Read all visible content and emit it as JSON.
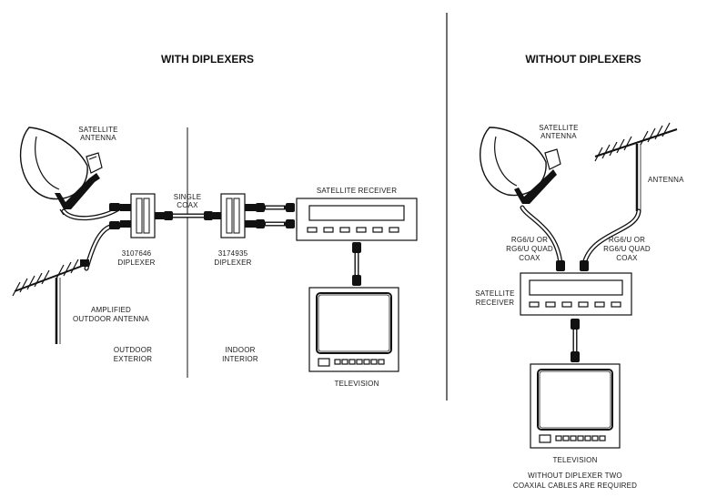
{
  "left_panel": {
    "title": "WITH DIPLEXERS",
    "satellite_antenna": [
      "SATELLITE",
      "ANTENNA"
    ],
    "single_coax": [
      "SINGLE",
      "COAX"
    ],
    "diplexer_outdoor": [
      "3107646",
      "DIPLEXER"
    ],
    "diplexer_indoor": [
      "3174935",
      "DIPLEXER"
    ],
    "satellite_receiver": "SATELLITE RECEIVER",
    "amplified_antenna": [
      "AMPLIFIED",
      "OUTDOOR ANTENNA"
    ],
    "outdoor_exterior": [
      "OUTDOOR",
      "EXTERIOR"
    ],
    "indoor_interior": [
      "INDOOR",
      "INTERIOR"
    ],
    "television": "TELEVISION"
  },
  "right_panel": {
    "title": "WITHOUT DIPLEXERS",
    "satellite_antenna": [
      "SATELLITE",
      "ANTENNA"
    ],
    "antenna": "ANTENNA",
    "coax_left": [
      "RG6/U OR",
      "RG6/U QUAD",
      "COAX"
    ],
    "coax_right": [
      "RG6/U OR",
      "RG6/U QUAD",
      "COAX"
    ],
    "satellite_receiver": [
      "SATELLITE",
      "RECEIVER"
    ],
    "television": "TELEVISION",
    "note": [
      "WITHOUT DIPLEXER TWO",
      "COAXIAL CABLES ARE REQUIRED"
    ]
  }
}
